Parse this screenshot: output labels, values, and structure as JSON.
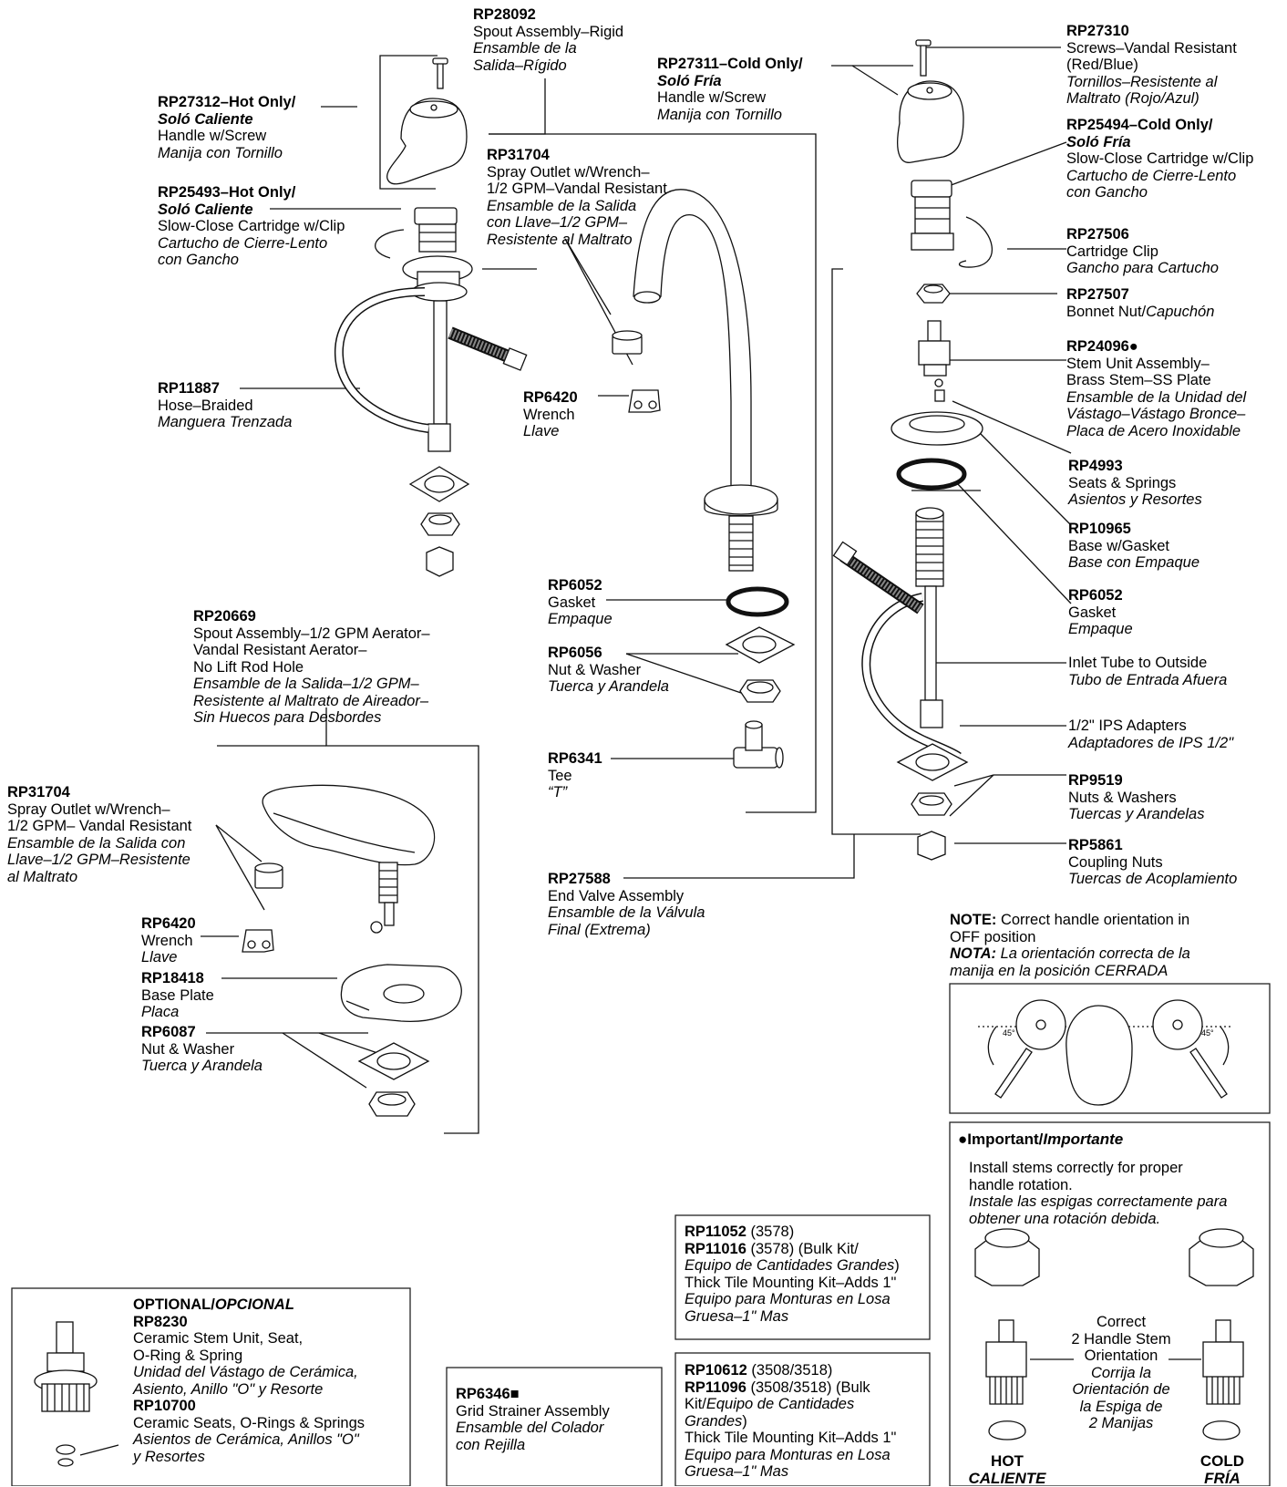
{
  "parts": {
    "rp28092": {
      "pn": "RP28092",
      "lines": [
        "Spout Assembly–Rigid"
      ],
      "it": [
        "Ensamble de la",
        "Salida–Rígido"
      ]
    },
    "rp27312": {
      "pn": "RP27312–Hot Only/",
      "sub": "Soló Caliente",
      "lines": [
        "Handle w/Screw"
      ],
      "it": [
        "Manija con Tornillo"
      ]
    },
    "rp25493": {
      "pn": "RP25493–Hot Only/",
      "sub": "Soló Caliente",
      "lines": [
        "Slow-Close Cartridge w/Clip"
      ],
      "it": [
        "Cartucho de Cierre-Lento",
        "con Gancho"
      ]
    },
    "rp11887": {
      "pn": "RP11887",
      "lines": [
        "Hose–Braided"
      ],
      "it": [
        "Manguera Trenzada"
      ]
    },
    "rp31704a": {
      "pn": "RP31704",
      "lines": [
        "Spray Outlet w/Wrench–",
        "1/2 GPM–Vandal Resistant"
      ],
      "it": [
        "Ensamble de la Salida",
        "con Llave–1/2 GPM–",
        "Resistente al Maltrato"
      ]
    },
    "rp6420a": {
      "pn": "RP6420",
      "lines": [
        "Wrench"
      ],
      "it": [
        "Llave"
      ]
    },
    "rp27311": {
      "pn": "RP27311–Cold Only/",
      "sub": "Soló Fría",
      "lines": [
        "Handle w/Screw"
      ],
      "it": [
        "Manija con Tornillo"
      ]
    },
    "rp27310": {
      "pn": "RP27310",
      "lines": [
        "Screws–Vandal Resistant",
        "(Red/Blue)"
      ],
      "it": [
        "Tornillos–Resistente al",
        "Maltrato (Rojo/Azul)"
      ]
    },
    "rp25494": {
      "pn": "RP25494–Cold Only/",
      "sub": "Soló Fría",
      "lines": [
        "Slow-Close Cartridge w/Clip"
      ],
      "it": [
        "Cartucho de Cierre-Lento",
        "con Gancho"
      ]
    },
    "rp27506": {
      "pn": "RP27506",
      "lines": [
        "Cartridge Clip"
      ],
      "it": [
        "Gancho para Cartucho"
      ]
    },
    "rp27507": {
      "pn": "RP27507",
      "text": "Bonnet Nut/",
      "itext": "Capuchón"
    },
    "rp24096": {
      "pn": "RP24096●",
      "lines": [
        "Stem Unit Assembly–",
        "Brass Stem–SS Plate"
      ],
      "it": [
        "Ensamble de la Unidad del",
        "Vástago–Vástago Bronce–",
        "Placa de Acero Inoxidable"
      ]
    },
    "rp4993": {
      "pn": "RP4993",
      "lines": [
        "Seats & Springs"
      ],
      "it": [
        "Asientos y Resortes"
      ]
    },
    "rp10965": {
      "pn": "RP10965",
      "lines": [
        "Base w/Gasket"
      ],
      "it": [
        "Base con Empaque"
      ]
    },
    "rp6052b": {
      "pn": "RP6052",
      "lines": [
        "Gasket"
      ],
      "it": [
        "Empaque"
      ]
    },
    "inlet": {
      "lines": [
        "Inlet Tube to Outside"
      ],
      "it": [
        "Tubo de Entrada Afuera"
      ]
    },
    "ips": {
      "lines": [
        "1/2\" IPS Adapters"
      ],
      "it": [
        "Adaptadores de IPS 1/2\""
      ]
    },
    "rp9519": {
      "pn": "RP9519",
      "lines": [
        "Nuts & Washers"
      ],
      "it": [
        "Tuercas y Arandelas"
      ]
    },
    "rp5861": {
      "pn": "RP5861",
      "lines": [
        "Coupling Nuts"
      ],
      "it": [
        "Tuercas de Acoplamiento"
      ]
    },
    "rp6052a": {
      "pn": "RP6052",
      "lines": [
        "Gasket"
      ],
      "it": [
        "Empaque"
      ]
    },
    "rp6056": {
      "pn": "RP6056",
      "lines": [
        "Nut & Washer"
      ],
      "it": [
        "Tuerca y Arandela"
      ]
    },
    "rp6341": {
      "pn": "RP6341",
      "lines": [
        "Tee"
      ],
      "it": [
        "“T”"
      ]
    },
    "rp27588": {
      "pn": "RP27588",
      "lines": [
        "End Valve Assembly"
      ],
      "it": [
        "Ensamble de la Válvula",
        "Final (Extrema)"
      ]
    },
    "rp20669": {
      "pn": "RP20669",
      "lines": [
        "Spout Assembly–1/2 GPM Aerator–",
        "Vandal Resistant Aerator–",
        "No Lift Rod Hole"
      ],
      "it": [
        "Ensamble de la Salida–1/2 GPM–",
        "Resistente al Maltrato de Aireador–",
        "Sin Huecos para Desbordes"
      ]
    },
    "rp31704b": {
      "pn": "RP31704",
      "lines": [
        "Spray Outlet w/Wrench–",
        "1/2 GPM– Vandal Resistant"
      ],
      "it": [
        "Ensamble de la Salida con",
        "Llave–1/2 GPM–Resistente",
        "al Maltrato"
      ]
    },
    "rp6420b": {
      "pn": "RP6420",
      "lines": [
        "Wrench"
      ],
      "it": [
        "Llave"
      ]
    },
    "rp18418": {
      "pn": "RP18418",
      "lines": [
        "Base Plate"
      ],
      "it": [
        "Placa"
      ]
    },
    "rp6087": {
      "pn": "RP6087",
      "lines": [
        "Nut & Washer"
      ],
      "it": [
        "Tuerca y Arandela"
      ]
    }
  },
  "note": {
    "label": "NOTE:",
    "text": "Correct handle orientation in",
    "text2": "OFF position",
    "label_es": "NOTA:",
    "text_es": "La orientación correcta de la",
    "text_es2": "manija en la posición CERRADA",
    "angle": "45°"
  },
  "important": {
    "title": "●Important/",
    "title_es": "Importante",
    "text": [
      "Install stems correctly for proper",
      "handle rotation."
    ],
    "text_es": [
      "Instale las espigas correctamente para",
      "obtener una rotación debida."
    ],
    "center": [
      "Correct",
      "2 Handle Stem",
      "Orientation"
    ],
    "center_es": [
      "Corrija la",
      "Orientación de",
      "la Espiga de",
      "2 Manijas"
    ],
    "hot": "HOT",
    "hot_es": "CALIENTE",
    "cold": "COLD",
    "cold_es": "FRÍA"
  },
  "optional": {
    "title": "OPTIONAL/",
    "title_es": "OPCIONAL",
    "p1": "RP8230",
    "p1_lines": [
      "Ceramic Stem Unit, Seat,",
      "O-Ring & Spring"
    ],
    "p1_it": [
      "Unidad del Vástago de Cerámica,",
      "Asiento, Anillo \"O\" y Resorte"
    ],
    "p2": "RP10700",
    "p2_lines": [
      "Ceramic Seats, O-Rings & Springs"
    ],
    "p2_it": [
      "Asientos de Cerámica, Anillos \"O\"",
      "y Resortes"
    ]
  },
  "grid": {
    "pn": "RP6346■",
    "lines": [
      "Grid Strainer Assembly"
    ],
    "it": [
      "Ensamble del Colador",
      "con Rejilla"
    ]
  },
  "kit1": {
    "p1": "RP11052",
    "p1s": " (3578)",
    "p2": "RP11016",
    "p2s": " (3578) (Bulk Kit/",
    "it1": "Equipo de Cantidades Grandes",
    ")": ")",
    "l1": "Thick Tile Mounting Kit–Adds 1\"",
    "it2": "Equipo para Monturas en Losa",
    "it3": "Gruesa–1\" Mas"
  },
  "kit2": {
    "p1": "RP10612",
    "p1s": " (3508/3518)",
    "p2": "RP11096",
    "p2s": " (3508/3518) (Bulk",
    "l0": "Kit/",
    "it0": "Equipo de Cantidades",
    "it1": "Grandes",
    "l1": "Thick Tile Mounting Kit–Adds 1\"",
    "it2": "Equipo para Monturas en Losa",
    "it3": "Gruesa–1\" Mas"
  }
}
